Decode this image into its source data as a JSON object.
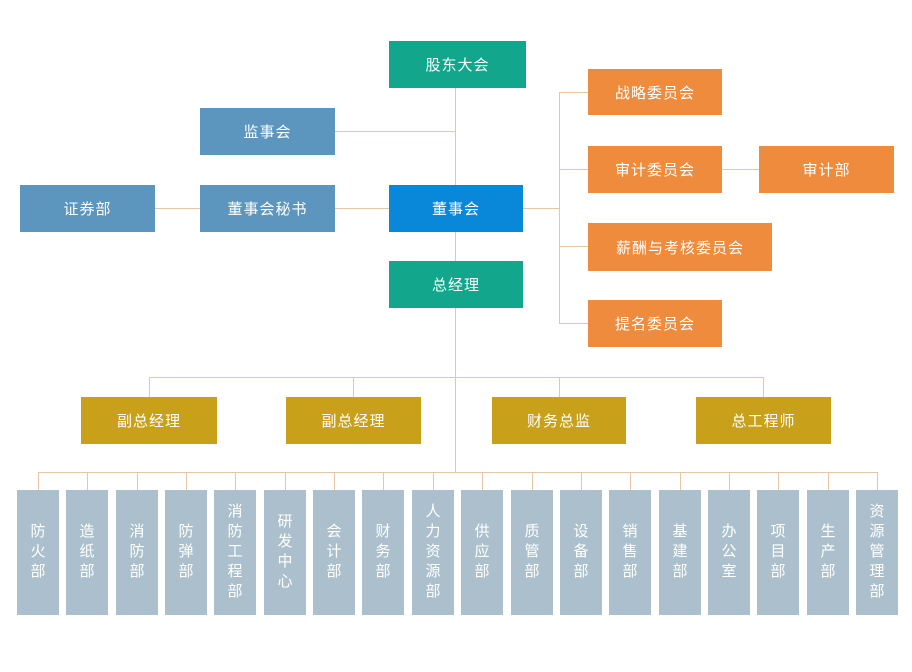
{
  "palette": {
    "teal": "#12A78C",
    "blue": "#0987D8",
    "steel": "#5C95BD",
    "orange": "#EE8B3C",
    "gold": "#C8A019",
    "gray_blue": "#ABC0CC",
    "connector": "#E8C5A4",
    "node_text": "#FFFFFF",
    "background": "#FFFFFF"
  },
  "org": {
    "nodes": [
      {
        "id": "shareholders",
        "label": "股东大会",
        "color": "teal"
      },
      {
        "id": "supervisory",
        "label": "监事会",
        "color": "steel"
      },
      {
        "id": "securities",
        "label": "证券部",
        "color": "steel"
      },
      {
        "id": "secretary",
        "label": "董事会秘书",
        "color": "steel"
      },
      {
        "id": "board",
        "label": "董事会",
        "color": "blue"
      },
      {
        "id": "gm",
        "label": "总经理",
        "color": "teal"
      },
      {
        "id": "strategy",
        "label": "战略委员会",
        "color": "orange"
      },
      {
        "id": "audit-committee",
        "label": "审计委员会",
        "color": "orange"
      },
      {
        "id": "audit-dept",
        "label": "审计部",
        "color": "orange"
      },
      {
        "id": "compensation",
        "label": "薪酬与考核委员会",
        "color": "orange"
      },
      {
        "id": "nomination",
        "label": "提名委员会",
        "color": "orange"
      },
      {
        "id": "vice-gm-1",
        "label": "副总经理",
        "color": "gold"
      },
      {
        "id": "vice-gm-2",
        "label": "副总经理",
        "color": "gold"
      },
      {
        "id": "cfo",
        "label": "财务总监",
        "color": "gold"
      },
      {
        "id": "chief-engineer",
        "label": "总工程师",
        "color": "gold"
      }
    ],
    "departments": [
      "防火部",
      "造纸部",
      "消防部",
      "防弹部",
      "消防工程部",
      "研发中心",
      "会计部",
      "财务部",
      "人力资源部",
      "供应部",
      "质管部",
      "设备部",
      "销售部",
      "基建部",
      "办公室",
      "项目部",
      "生产部",
      "资源管理部"
    ],
    "connections": [
      "股东大会-董事会",
      "监事会-股东大会/董事会线",
      "证券部-董事会秘书",
      "董事会秘书-董事会",
      "董事会-战略委员会",
      "董事会-审计委员会",
      "审计委员会-审计部",
      "董事会-薪酬与考核委员会",
      "董事会-提名委员会",
      "董事会-总经理",
      "总经理-副总经理",
      "总经理-副总经理",
      "总经理-财务总监",
      "总经理-总工程师",
      "总经理-各部门"
    ]
  }
}
